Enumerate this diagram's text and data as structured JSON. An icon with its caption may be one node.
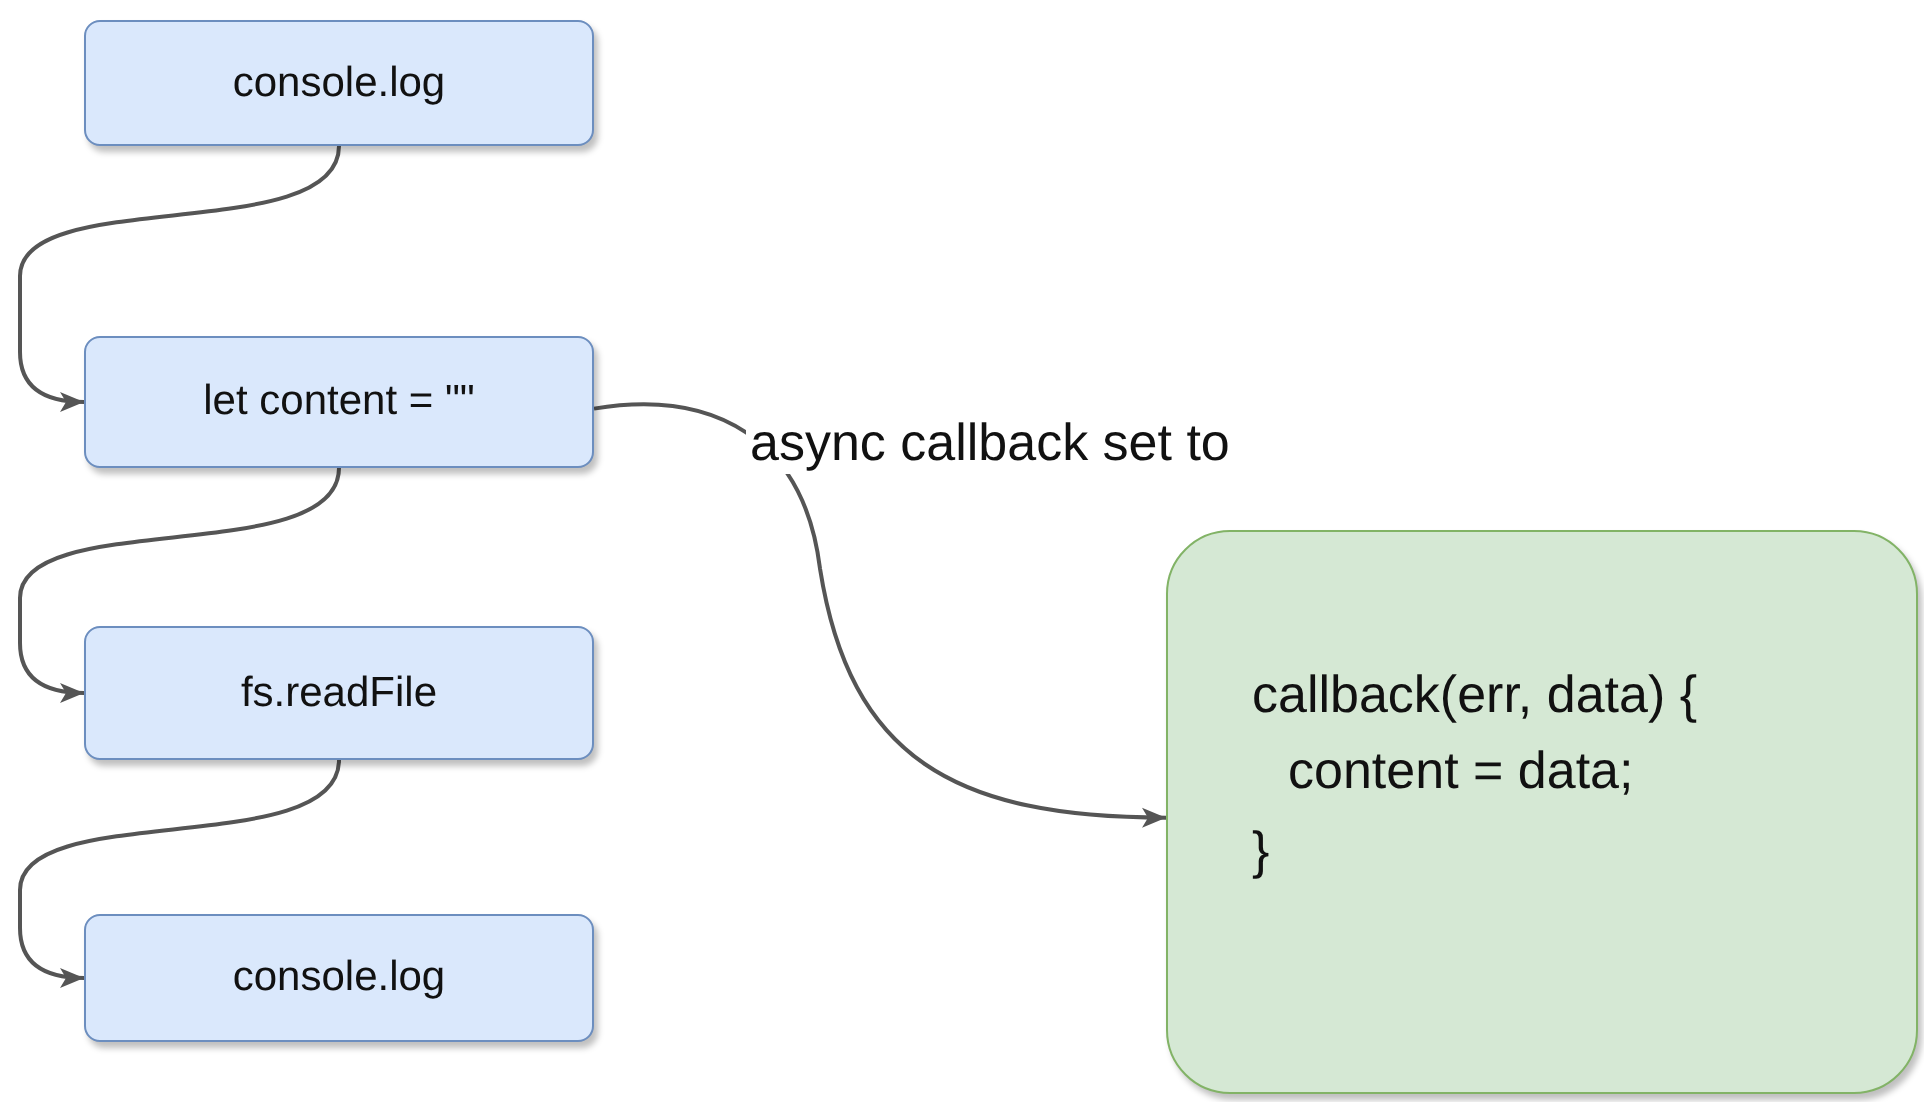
{
  "diagram": {
    "nodes": [
      {
        "text": [
          "console.log"
        ]
      },
      {
        "text": [
          "let content = \"\""
        ]
      },
      {
        "text": [
          "fs.readFile"
        ]
      },
      {
        "text": [
          "console.log"
        ]
      },
      {
        "text": [
          "callback(err, data) {",
          "content = data;",
          "}"
        ]
      }
    ],
    "edges": [
      {
        "from": 0,
        "to": 1,
        "arrow": "to"
      },
      {
        "from": 1,
        "to": 2,
        "arrow": "to"
      },
      {
        "from": 2,
        "to": 3,
        "arrow": "to"
      },
      {
        "from": 1,
        "to": 4,
        "arrow": "to",
        "label": "async callback set to"
      }
    ]
  }
}
